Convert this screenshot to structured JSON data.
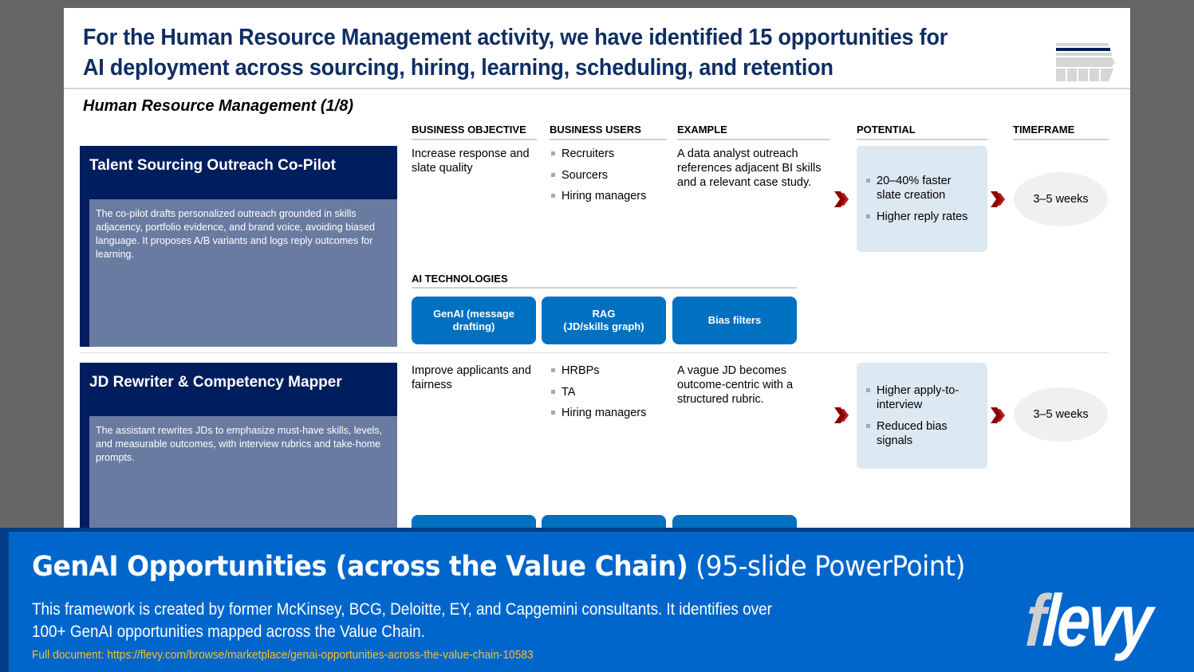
{
  "slide": {
    "title": "For the Human Resource Management activity, we have identified 15 opportunities for AI deployment across sourcing, hiring, learning, scheduling, and retention",
    "subtitle": "Human Resource Management (1/8)",
    "logo_icon": "value-chain-icon",
    "columns": {
      "business_objective": "BUSINESS OBJECTIVE",
      "business_users": "BUSINESS USERS",
      "example": "EXAMPLE",
      "potential": "POTENTIAL",
      "timeframe": "TIMEFRAME",
      "ai_technologies": "AI TECHNOLOGIES"
    },
    "opportunities": [
      {
        "title": "Talent Sourcing Outreach Co-Pilot",
        "description": "The co-pilot drafts personalized outreach grounded in skills adjacency, portfolio evidence, and brand voice, avoiding biased language. It proposes A/B variants and logs reply outcomes for learning.",
        "business_objective": "Increase response and slate quality",
        "business_users": [
          "Recruiters",
          "Sourcers",
          "Hiring managers"
        ],
        "example": "A data analyst outreach references adjacent BI skills and a relevant case study.",
        "potential": [
          "20–40% faster slate creation",
          "Higher reply rates"
        ],
        "timeframe": "3–5 weeks",
        "ai_technologies": [
          "GenAI (message drafting)",
          "RAG\n(JD/skills graph)",
          "Bias filters"
        ]
      },
      {
        "title": "JD Rewriter & Competency Mapper",
        "description": "The assistant rewrites JDs to emphasize must-have skills, levels, and measurable outcomes, with interview rubrics and take-home prompts.",
        "business_objective": "Improve applicants and fairness",
        "business_users": [
          "HRBPs",
          "TA",
          "Hiring managers"
        ],
        "example": "A vague JD becomes outcome-centric with a structured rubric.",
        "potential": [
          "Higher apply-to-interview",
          "Reduced bias signals"
        ],
        "timeframe": "3–5 weeks",
        "ai_technologies": [
          "",
          "",
          ""
        ]
      }
    ],
    "colors": {
      "title": "#0f2e63",
      "card_header": "#001e5e",
      "card_body": "#6a7ba1",
      "tech_button": "#0070c0",
      "potential_bg": "#dce8f2",
      "chevron": "#8b0000"
    }
  },
  "banner": {
    "title_bold": "GenAI Opportunities (across the Value Chain)",
    "title_light": " (95-slide PowerPoint)",
    "description": "This framework is created by former McKinsey, BCG, Deloitte, EY, and Capgemini consultants. It identifies over 100+ GenAI opportunities mapped across the Value Chain.",
    "link": "Full document: https://flevy.com/browse/marketplace/genai-opportunities-across-the-value-chain-10583",
    "brand_first": "f",
    "brand_rest": "levy",
    "colors": {
      "background": "#0066cc",
      "border": "#003f87",
      "link": "#f2c12e"
    }
  }
}
